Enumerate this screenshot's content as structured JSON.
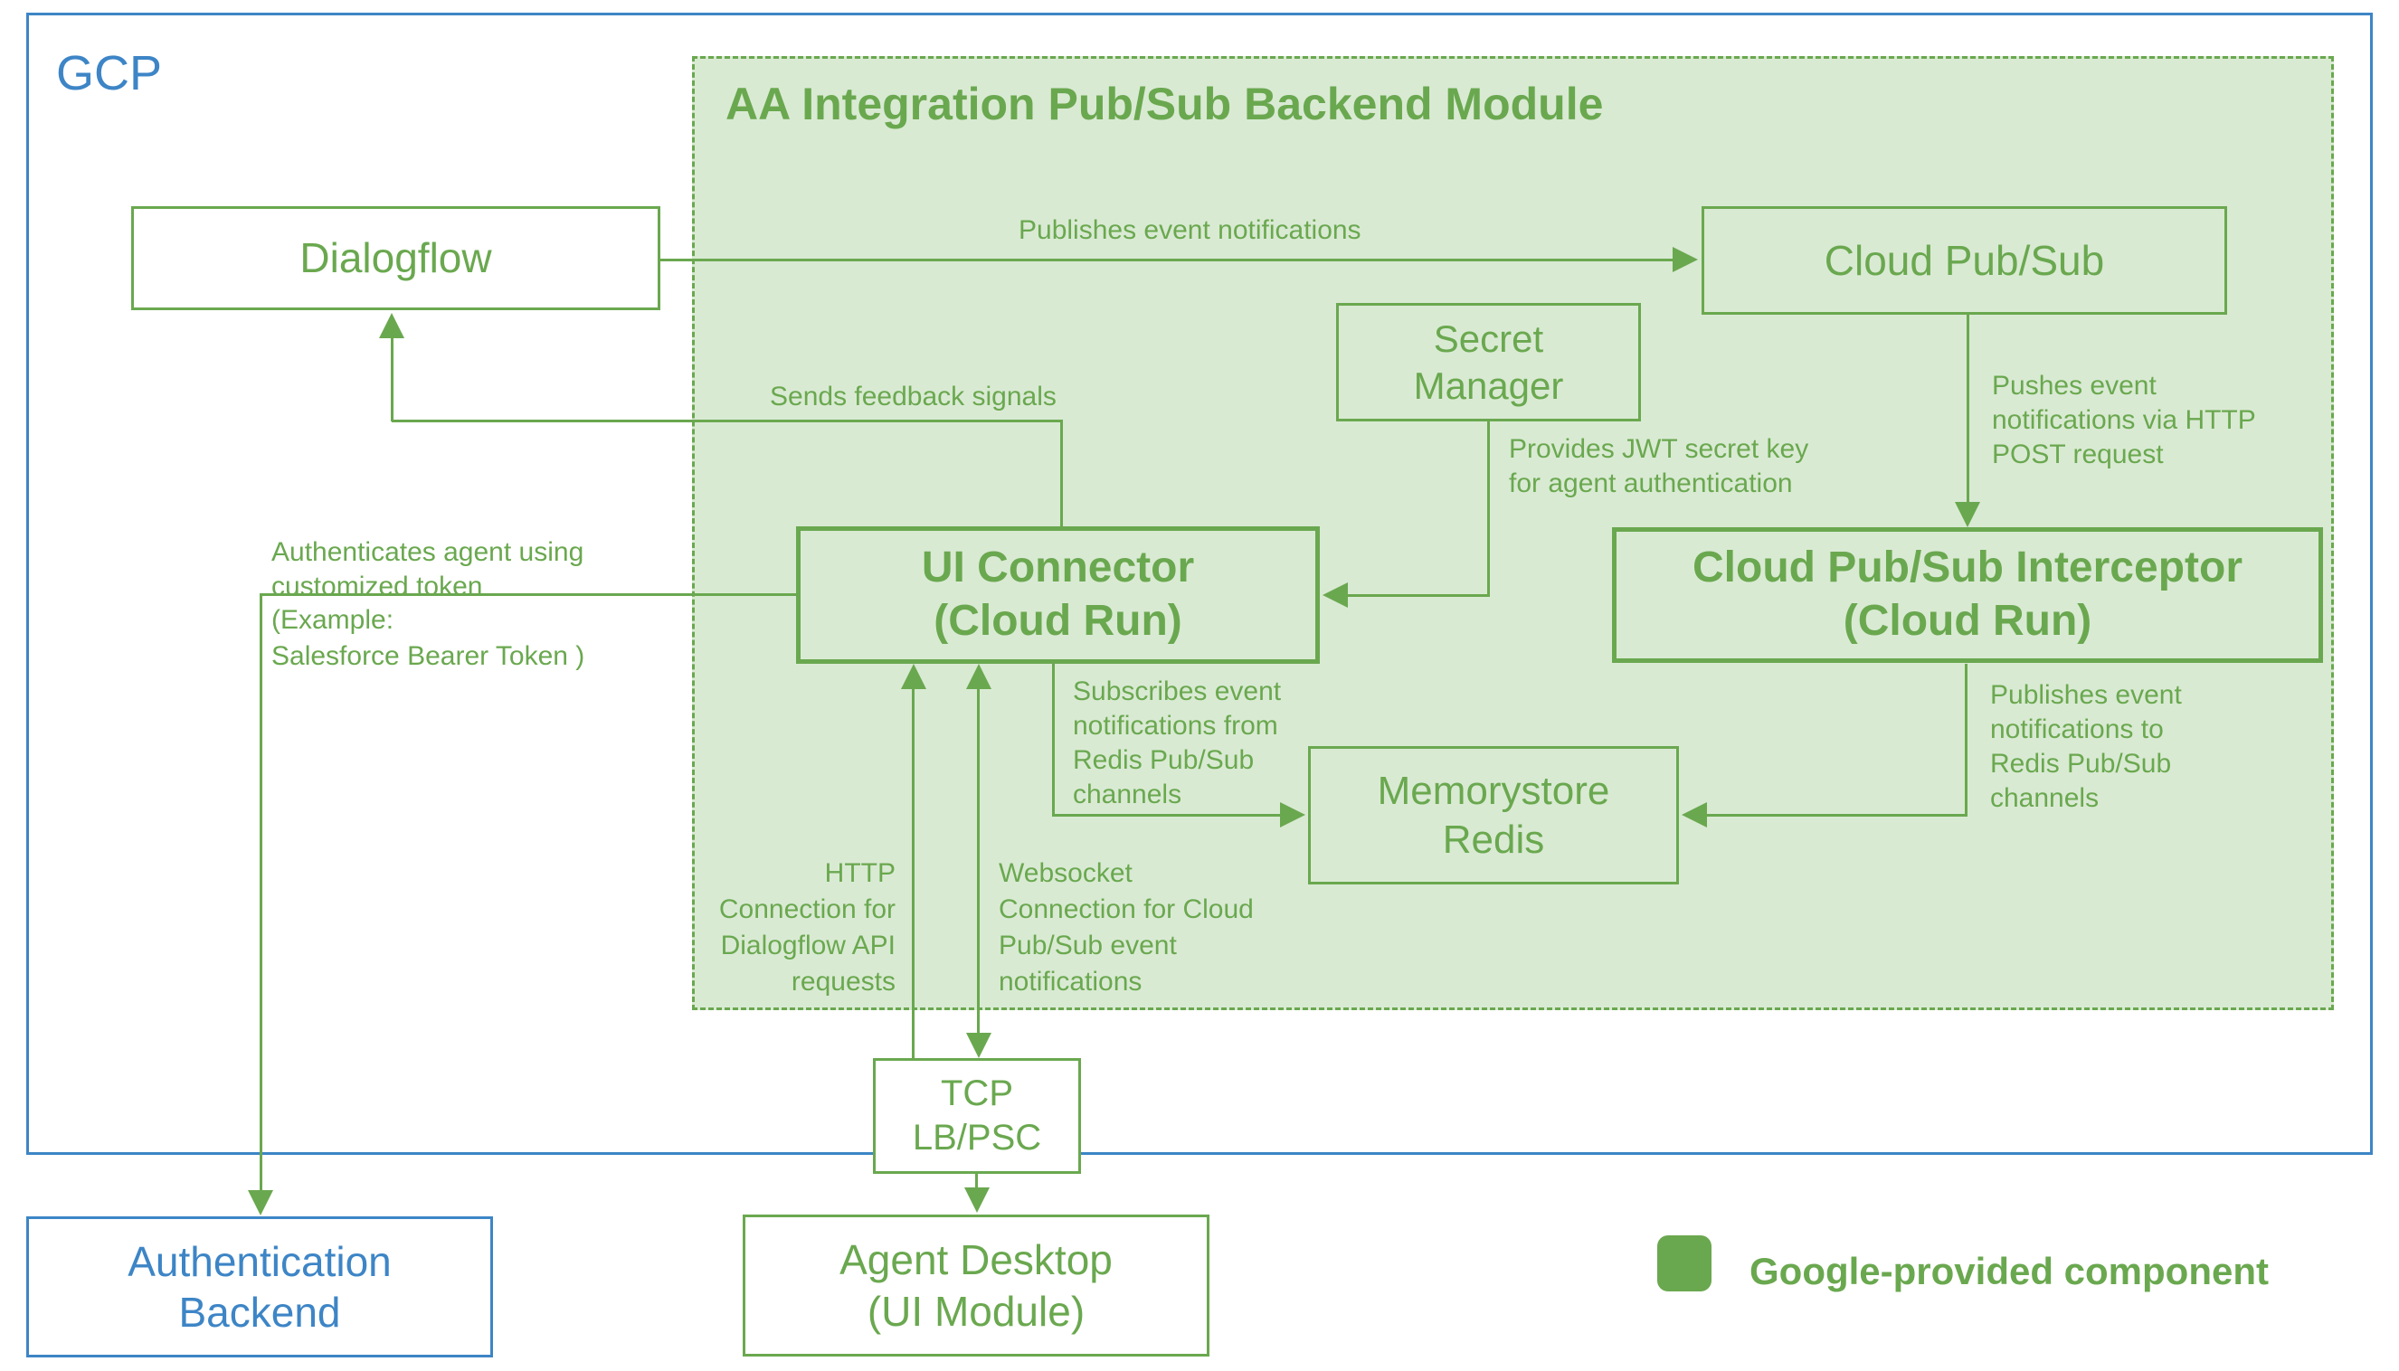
{
  "colors": {
    "green": "#6aa84f",
    "light_green": "#d9ead3",
    "blue": "#3d85c6",
    "background": "#ffffff"
  },
  "gcp_label": "GCP",
  "module_title": "AA Integration Pub/Sub Backend Module",
  "nodes": {
    "dialogflow": {
      "label": "Dialogflow"
    },
    "cloud_pubsub": {
      "label": "Cloud Pub/Sub"
    },
    "secret_manager": {
      "lines": [
        "Secret",
        "Manager"
      ]
    },
    "ui_connector": {
      "lines": [
        "UI Connector",
        "(Cloud Run)"
      ]
    },
    "interceptor": {
      "lines": [
        "Cloud Pub/Sub Interceptor",
        "(Cloud Run)"
      ]
    },
    "memorystore": {
      "lines": [
        "Memorystore",
        "Redis"
      ]
    },
    "tcp_lb": {
      "lines": [
        "TCP",
        "LB/PSC"
      ]
    },
    "agent_desktop": {
      "lines": [
        "Agent Desktop",
        "(UI Module)"
      ]
    },
    "auth_backend": {
      "lines": [
        "Authentication",
        "Backend"
      ]
    }
  },
  "edge_labels": {
    "publishes_event": "Publishes event notifications",
    "sends_feedback": "Sends feedback signals",
    "pushes_event": {
      "lines": [
        "Pushes event",
        "notifications via HTTP",
        "POST request"
      ]
    },
    "provides_jwt": {
      "lines": [
        "Provides JWT secret key",
        "for agent authentication"
      ]
    },
    "authenticates_top": {
      "lines": [
        "Authenticates agent using",
        "customized token"
      ]
    },
    "authenticates_bottom": {
      "lines": [
        "(Example:",
        "Salesforce Bearer Token )"
      ]
    },
    "subscribes": {
      "lines": [
        "Subscribes event",
        "notifications from",
        "Redis Pub/Sub",
        "channels"
      ]
    },
    "publishes_redis": {
      "lines": [
        "Publishes event",
        "notifications to",
        "Redis Pub/Sub",
        "channels"
      ]
    },
    "http_connection": {
      "lines": [
        "HTTP",
        "Connection for",
        "Dialogflow API",
        "requests"
      ]
    },
    "websocket_connection": {
      "lines": [
        "Websocket",
        "Connection for Cloud",
        "Pub/Sub event",
        "notifications"
      ]
    }
  },
  "legend": {
    "label": "Google-provided component"
  }
}
